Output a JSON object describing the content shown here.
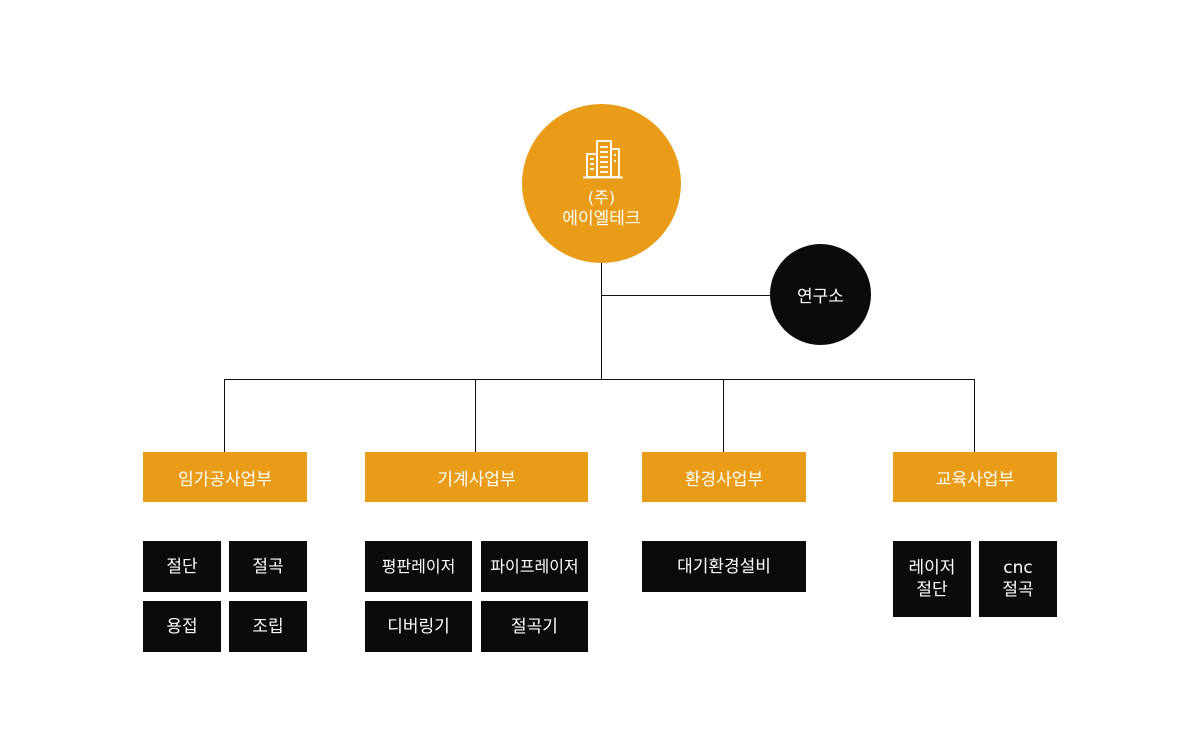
{
  "company": {
    "line1": "(주)",
    "line2": "에이엘테크",
    "icon": "building-icon"
  },
  "lab": {
    "label": "연구소"
  },
  "departments": [
    {
      "label": "임가공사업부",
      "items": [
        "절단",
        "절곡",
        "용접",
        "조립"
      ]
    },
    {
      "label": "기계사업부",
      "items": [
        "평판레이저",
        "파이프레이저",
        "디버링기",
        "절곡기"
      ]
    },
    {
      "label": "환경사업부",
      "items": [
        "대기환경설비"
      ]
    },
    {
      "label": "교육사업부",
      "items": [
        "레이저\n절단",
        "cnc\n절곡"
      ]
    }
  ],
  "colors": {
    "accent": "#E99C17",
    "dark": "#0c0a0a",
    "line": "#111111"
  }
}
